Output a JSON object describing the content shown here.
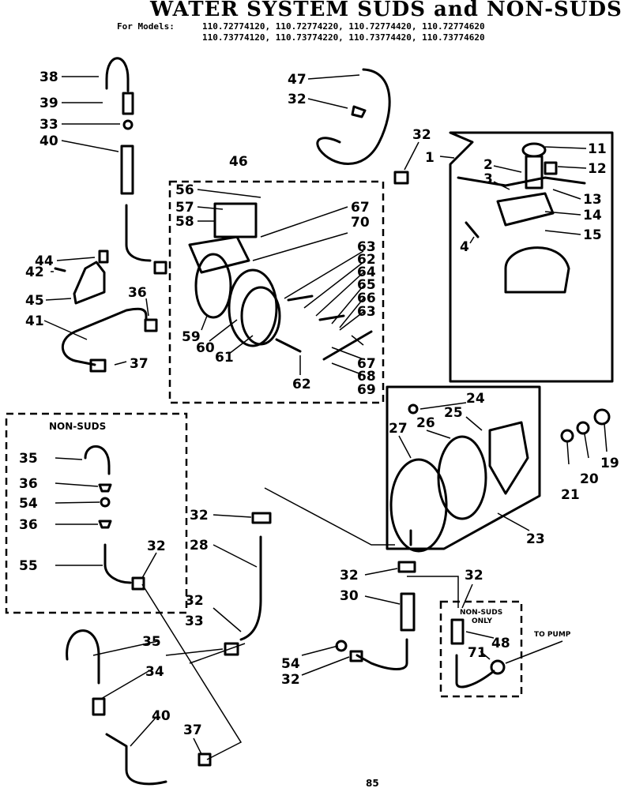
{
  "title": "WATER SYSTEM SUDS and NON-SUDS",
  "models_label": "For Models:",
  "models_line1": "110.72774120, 110.72774220, 110.72774420, 110.72774620",
  "models_line2": "110.73774120, 110.73774220, 110.73774420, 110.73774620",
  "nonsuds_box_label": "NON-SUDS",
  "nonsuds_only_label_1": "NON-SUDS",
  "nonsuds_only_label_2": "ONLY",
  "to_pump_label": "TO PUMP",
  "page_number": "85",
  "callouts": {
    "c1": "1",
    "c2": "2",
    "c3": "3",
    "c4": "4",
    "c11": "11",
    "c12": "12",
    "c13": "13",
    "c14": "14",
    "c15": "15",
    "c19": "19",
    "c20": "20",
    "c21": "21",
    "c23": "23",
    "c24": "24",
    "c25": "25",
    "c26": "26",
    "c27": "27",
    "c28": "28",
    "c30": "30",
    "c32a": "32",
    "c32b": "32",
    "c32c": "32",
    "c32d": "32",
    "c32e": "32",
    "c32f": "32",
    "c32g": "32",
    "c32h": "32",
    "c33a": "33",
    "c33b": "33",
    "c34": "34",
    "c35a": "35",
    "c35b": "35",
    "c36a": "36",
    "c36b": "36",
    "c36c": "36",
    "c37a": "37",
    "c37b": "37",
    "c38": "38",
    "c39": "39",
    "c40a": "40",
    "c40b": "40",
    "c41": "41",
    "c42": "42",
    "c44": "44",
    "c45": "45",
    "c46": "46",
    "c47": "47",
    "c48": "48",
    "c54a": "54",
    "c54b": "54",
    "c55": "55",
    "c56": "56",
    "c57": "57",
    "c58": "58",
    "c59": "59",
    "c60": "60",
    "c61": "61",
    "c62a": "62",
    "c62b": "62",
    "c63a": "63",
    "c63b": "63",
    "c64": "64",
    "c65": "65",
    "c66": "66",
    "c67a": "67",
    "c67b": "67",
    "c68": "68",
    "c69": "69",
    "c70": "70",
    "c71": "71"
  }
}
